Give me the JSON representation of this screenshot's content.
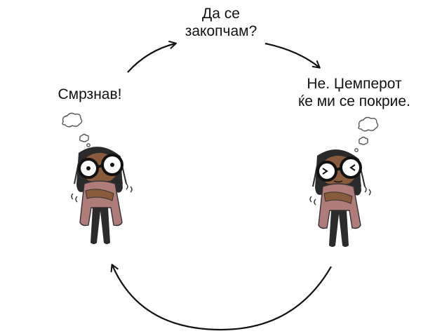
{
  "captions": {
    "top": "Да се\nзакопчам?",
    "left": "Смрзнав!",
    "right": "Не. Џемперот\nќе ми се покрие."
  },
  "colors": {
    "ink": "#111111",
    "sweater": "#b07c7a",
    "skin": "#8a5a3c",
    "hair": "#2a2a2a",
    "scarf": "#e8c8c4",
    "pants": "#2b2b2b"
  }
}
